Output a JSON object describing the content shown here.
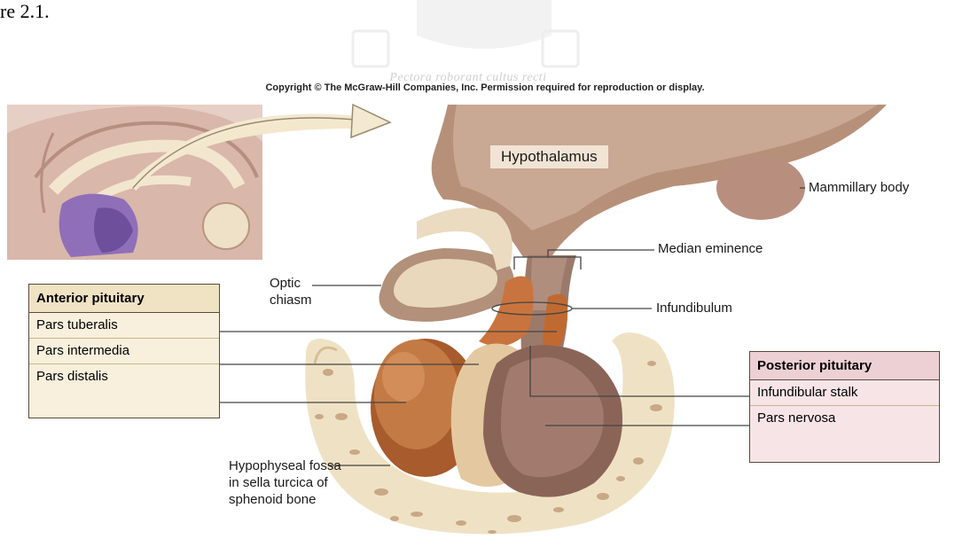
{
  "caption": "re 2.1.",
  "watermark_motto": "Pectora roborant cultus recti",
  "copyright": "Copyright © The McGraw-Hill Companies, Inc. Permission required for reproduction or display.",
  "labels": {
    "hypothalamus": "Hypothalamus",
    "mammillary_body": "Mammillary body",
    "median_eminence": "Median eminence",
    "optic_chiasm_1": "Optic",
    "optic_chiasm_2": "chiasm",
    "infundibulum": "Infundibulum",
    "fossa_1": "Hypophyseal fossa",
    "fossa_2": "in sella turcica of",
    "fossa_3": "sphenoid bone"
  },
  "anterior": {
    "title": "Anterior pituitary",
    "items": [
      "Pars tuberalis",
      "Pars intermedia",
      "Pars distalis"
    ]
  },
  "posterior": {
    "title": "Posterior pituitary",
    "items": [
      "Infundibular stalk",
      "Pars nervosa"
    ]
  }
}
